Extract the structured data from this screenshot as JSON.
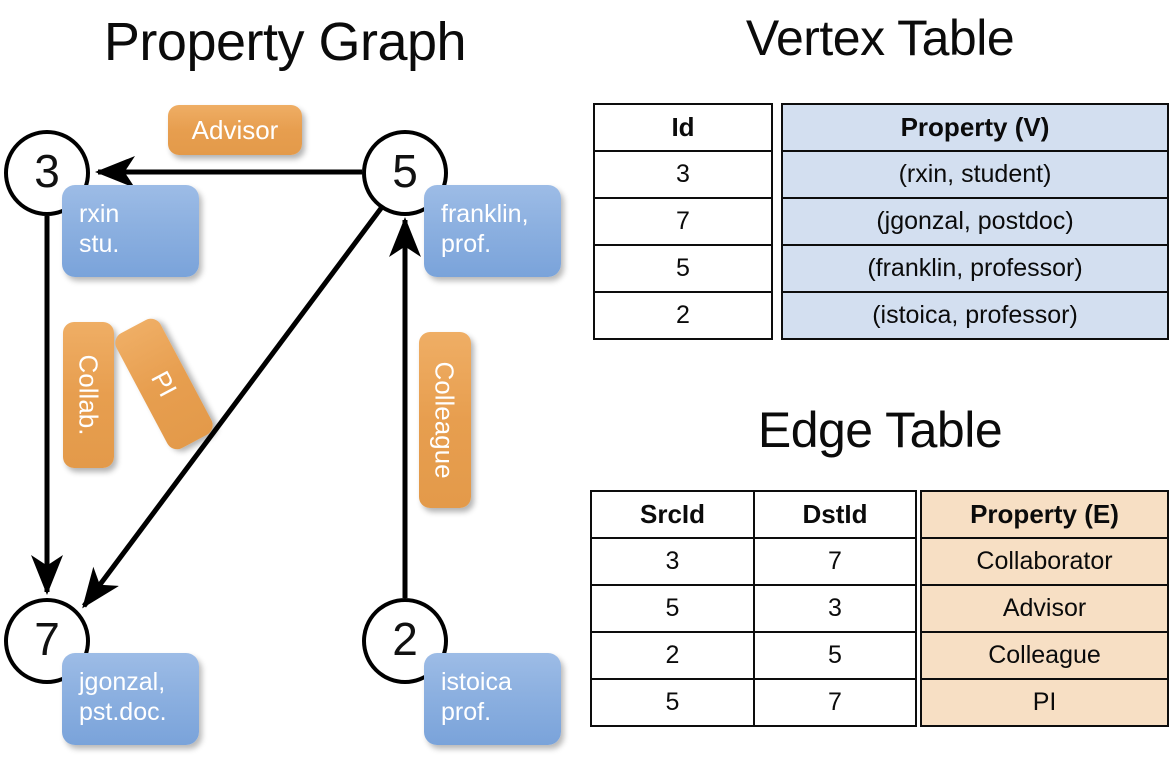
{
  "titles": {
    "property_graph": "Property Graph",
    "vertex_table": "Vertex Table",
    "edge_table": "Edge Table"
  },
  "colors": {
    "vertex_property_fill": "#d3dff0",
    "edge_property_fill": "#f7dfc4",
    "node_property_box": "#8cb0e0",
    "edge_label_box": "#e79e4f",
    "stroke": "#000000"
  },
  "graph": {
    "nodes": [
      {
        "id": "3",
        "property_lines": [
          "rxin",
          "stu."
        ]
      },
      {
        "id": "5",
        "property_lines": [
          "franklin,",
          "prof."
        ]
      },
      {
        "id": "7",
        "property_lines": [
          "jgonzal,",
          "pst.doc."
        ]
      },
      {
        "id": "2",
        "property_lines": [
          "istoica",
          "prof."
        ]
      }
    ],
    "edge_labels": [
      {
        "name": "advisor",
        "text": "Advisor",
        "orientation": "horizontal"
      },
      {
        "name": "collab",
        "text": "Collab.",
        "orientation": "vertical"
      },
      {
        "name": "pi",
        "text": "PI",
        "orientation": "rotated"
      },
      {
        "name": "colleague",
        "text": "Colleague",
        "orientation": "vertical"
      }
    ],
    "edges": [
      {
        "src": "5",
        "dst": "3",
        "label": "Advisor"
      },
      {
        "src": "3",
        "dst": "7",
        "label": "Collab."
      },
      {
        "src": "5",
        "dst": "7",
        "label": "PI"
      },
      {
        "src": "2",
        "dst": "5",
        "label": "Colleague"
      }
    ]
  },
  "vertex_table": {
    "headers": [
      "Id",
      "Property (V)"
    ],
    "rows": [
      {
        "id": "3",
        "property": "(rxin, student)"
      },
      {
        "id": "7",
        "property": "(jgonzal, postdoc)"
      },
      {
        "id": "5",
        "property": "(franklin, professor)"
      },
      {
        "id": "2",
        "property": "(istoica, professor)"
      }
    ]
  },
  "edge_table": {
    "headers": [
      "SrcId",
      "DstId",
      "Property (E)"
    ],
    "rows": [
      {
        "src": "3",
        "dst": "7",
        "property": "Collaborator"
      },
      {
        "src": "5",
        "dst": "3",
        "property": "Advisor"
      },
      {
        "src": "2",
        "dst": "5",
        "property": "Colleague"
      },
      {
        "src": "5",
        "dst": "7",
        "property": "PI"
      }
    ]
  }
}
